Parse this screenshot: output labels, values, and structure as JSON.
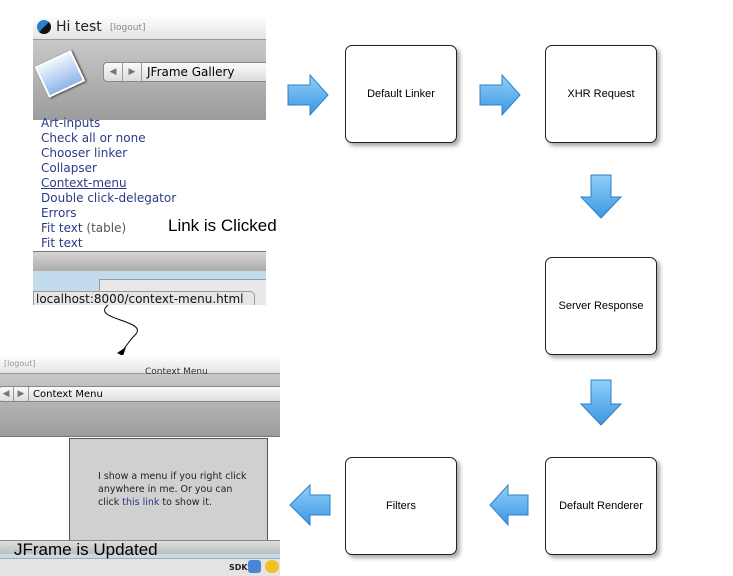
{
  "top_screenshot": {
    "greeting": "Hi test",
    "logout": "[logout]",
    "nav_title": "JFrame Gallery",
    "links": [
      "Art-inputs",
      "Check all or none",
      "Chooser linker",
      "Collapser",
      "Context-menu",
      "Double click-delegator",
      "Errors",
      "Fit text",
      "Fit text"
    ],
    "link_suffix": "(table)",
    "status_url": "localhost:8000/context-menu.html"
  },
  "bottom_screenshot": {
    "logout": "[logout]",
    "window_title": "Context Menu",
    "nav_title": "Context Menu",
    "body_text_1": "I show a menu if you right click anywhere in me. Or you can click ",
    "body_link": "this link",
    "body_text_2": " to show it.",
    "sdk": "SDK"
  },
  "captions": {
    "clicked": "Link is Clicked",
    "updated": "JFrame is Updated"
  },
  "steps": [
    "Default Linker",
    "XHR Request",
    "Server Response",
    "Default Renderer",
    "Filters"
  ],
  "colors": {
    "arrow": "#4fa8e8",
    "link": "#2a3a8a"
  }
}
